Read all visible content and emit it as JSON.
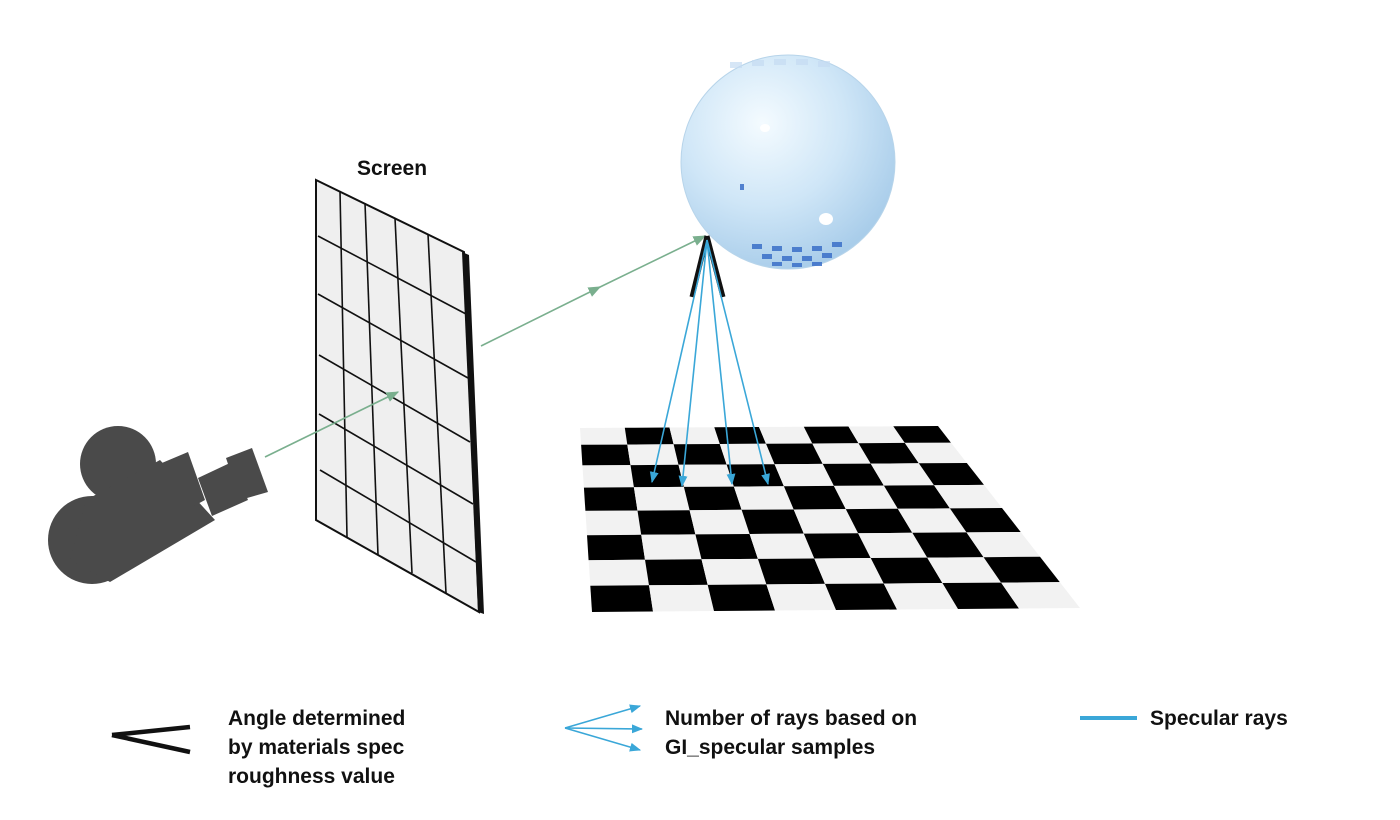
{
  "labels": {
    "screen": "Screen"
  },
  "legend": {
    "angle": [
      "Angle determined",
      "by materials spec",
      "roughness value"
    ],
    "rays": [
      "Number of rays based on",
      "GI_specular samples"
    ],
    "specular": [
      "Specular rays"
    ]
  },
  "colors": {
    "camera": "#4a4a4a",
    "camera_ray": "#7aaf8e",
    "specular_ray": "#3aa7d8",
    "cone_lines": "#111111",
    "sphere": "#cfe6f7",
    "checker_dark": "#000000",
    "checker_light": "#f2f2f2",
    "screen_fill": "#efefef"
  },
  "icons": [
    "movie-camera-icon",
    "angle-cone-icon",
    "ray-fan-icon",
    "specular-line-icon"
  ]
}
